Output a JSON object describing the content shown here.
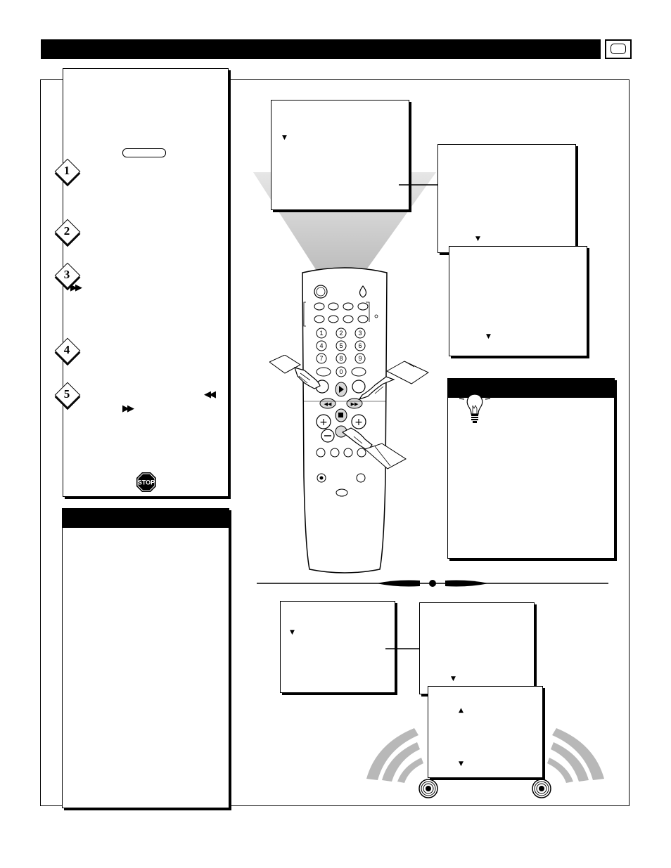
{
  "header": {
    "tv_icon": "tv-icon"
  },
  "steps": [
    {
      "number": "1"
    },
    {
      "number": "2"
    },
    {
      "number": "3",
      "glyph": "▶▶"
    },
    {
      "number": "4"
    },
    {
      "number": "5",
      "glyph_rewind": "◀◀",
      "glyph_forward": "▶▶"
    }
  ],
  "stop_sign": {
    "label": "STOP"
  },
  "remote": {
    "keypad": [
      "1",
      "2",
      "3",
      "4",
      "5",
      "6",
      "7",
      "8",
      "9",
      "0"
    ]
  },
  "menu_arrows": {
    "down": "▼",
    "up": "▲"
  },
  "colors": {
    "ink": "#000000",
    "paper": "#ffffff",
    "beam": "#c8c8c8",
    "sound_waves": "#b8b8b8"
  },
  "icons": [
    "lightbulb-icon",
    "hand-pointer-icon",
    "speaker-icon",
    "tv-icon",
    "stop-sign-icon"
  ]
}
